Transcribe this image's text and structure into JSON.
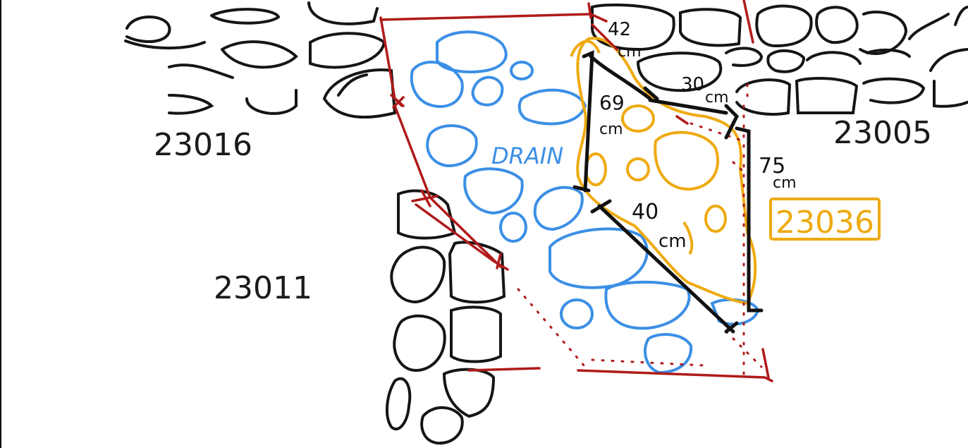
{
  "parcels": {
    "left_top": "23016",
    "right_top": "23005",
    "left_bottom": "23011",
    "highlighted": "23036"
  },
  "drain_label": "DRAIN",
  "measurements": {
    "m1": "42",
    "m1_unit": "cm",
    "m2": "30",
    "m2_unit": "cm",
    "m3": "69",
    "m3_unit": "cm",
    "m4": "75",
    "m4_unit": "cm",
    "m5": "40",
    "m5_unit": "cm"
  },
  "colors": {
    "stone_outline": "#151515",
    "drain": "#3b8fe6",
    "highlight_parcel": "#eeaa10",
    "boundary": "#b01a1a",
    "measure_line": "#111111"
  }
}
